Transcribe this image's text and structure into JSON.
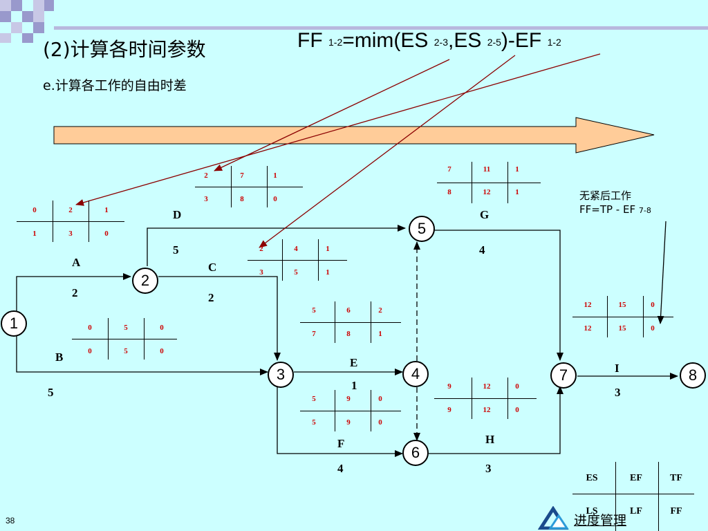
{
  "header": {
    "title": "(2)计算各时间参数",
    "subtitle": "e.计算各工作的自由时差"
  },
  "formula": {
    "part1": "FF ",
    "sub1": "1-2",
    "part2": "=mim(ES ",
    "sub2": "2-3",
    "part3": ",ES ",
    "sub3": "2-5",
    "part4": ")-EF ",
    "sub4": "1-2"
  },
  "note": {
    "line1": "无紧后工作",
    "line2": "FF=TP - EF ",
    "line2_sub": "7-8"
  },
  "nodes": [
    {
      "id": "n1",
      "label": "1"
    },
    {
      "id": "n2",
      "label": "2"
    },
    {
      "id": "n3",
      "label": "3"
    },
    {
      "id": "n4",
      "label": "4"
    },
    {
      "id": "n5",
      "label": "5"
    },
    {
      "id": "n6",
      "label": "6"
    },
    {
      "id": "n7",
      "label": "7"
    },
    {
      "id": "n8",
      "label": "8"
    }
  ],
  "activities": [
    {
      "name": "A",
      "duration": "2"
    },
    {
      "name": "B",
      "duration": "5"
    },
    {
      "name": "C",
      "duration": "2"
    },
    {
      "name": "D",
      "duration": "5"
    },
    {
      "name": "E",
      "duration": "1"
    },
    {
      "name": "F",
      "duration": "4"
    },
    {
      "name": "G",
      "duration": "4"
    },
    {
      "name": "H",
      "duration": "3"
    },
    {
      "name": "I",
      "duration": "3"
    }
  ],
  "param_boxes": [
    {
      "activity": "A",
      "top": [
        "0",
        "2",
        "1"
      ],
      "bottom": [
        "1",
        "3",
        "0"
      ]
    },
    {
      "activity": "B",
      "top": [
        "0",
        "5",
        "0"
      ],
      "bottom": [
        "0",
        "5",
        "0"
      ]
    },
    {
      "activity": "D",
      "top": [
        "2",
        "7",
        "1"
      ],
      "bottom": [
        "3",
        "8",
        "0"
      ]
    },
    {
      "activity": "C",
      "top": [
        "2",
        "4",
        "1"
      ],
      "bottom": [
        "3",
        "5",
        "1"
      ]
    },
    {
      "activity": "G",
      "top": [
        "7",
        "11",
        "1"
      ],
      "bottom": [
        "8",
        "12",
        "1"
      ]
    },
    {
      "activity": "E",
      "top": [
        "5",
        "6",
        "2"
      ],
      "bottom": [
        "7",
        "8",
        "1"
      ]
    },
    {
      "activity": "F",
      "top": [
        "5",
        "9",
        "0"
      ],
      "bottom": [
        "5",
        "9",
        "0"
      ]
    },
    {
      "activity": "H",
      "top": [
        "9",
        "12",
        "0"
      ],
      "bottom": [
        "9",
        "12",
        "0"
      ]
    },
    {
      "activity": "I",
      "top": [
        "12",
        "15",
        "0"
      ],
      "bottom": [
        "12",
        "15",
        "0"
      ]
    }
  ],
  "legend": {
    "top": [
      "ES",
      "EF",
      "TF"
    ],
    "bottom": [
      "LS",
      "LF",
      "FF"
    ]
  },
  "footer": {
    "page_number": "38",
    "logo_text": "进度管理"
  },
  "colors": {
    "background": "#ccffff",
    "big_arrow_fill": "#ffcc99",
    "value_red": "#cc0000",
    "pointer_line": "#8b0000",
    "deco_square": "#9999cc"
  }
}
